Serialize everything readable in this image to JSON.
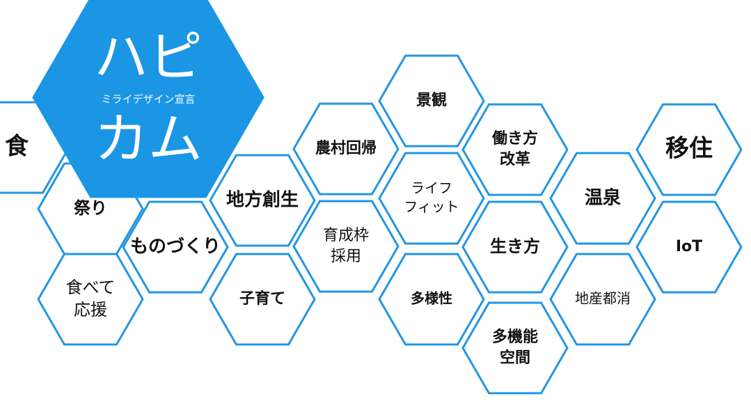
{
  "logo": {
    "title_top": "ハピ",
    "tagline": "ミライデザイン宣言",
    "title_bottom": "カム",
    "color": "#1a96e5"
  },
  "outline_color": "#2196e3",
  "keywords": [
    {
      "id": "shoku",
      "lines": [
        "食"
      ]
    },
    {
      "id": "matsuri",
      "lines": [
        "祭り"
      ]
    },
    {
      "id": "tabete-ouen",
      "lines": [
        "食べて",
        "応援"
      ]
    },
    {
      "id": "monozukuri",
      "lines": [
        "ものづくり"
      ]
    },
    {
      "id": "chihou-sousei",
      "lines": [
        "地方創生"
      ]
    },
    {
      "id": "kosodate",
      "lines": [
        "子育て"
      ]
    },
    {
      "id": "nouson-kaiki",
      "lines": [
        "農村回帰"
      ]
    },
    {
      "id": "ikuseiwaku",
      "lines": [
        "育成枠",
        "採用"
      ]
    },
    {
      "id": "keikan",
      "lines": [
        "景観"
      ]
    },
    {
      "id": "life-fit",
      "lines": [
        "ライフ",
        "フィット"
      ]
    },
    {
      "id": "tayousei",
      "lines": [
        "多様性"
      ]
    },
    {
      "id": "hatarakikata",
      "lines": [
        "働き方",
        "改革"
      ]
    },
    {
      "id": "ikikata",
      "lines": [
        "生き方"
      ]
    },
    {
      "id": "takinou",
      "lines": [
        "多機能",
        "空間"
      ]
    },
    {
      "id": "onsen",
      "lines": [
        "温泉"
      ]
    },
    {
      "id": "chisan-toshou",
      "lines": [
        "地産都消"
      ]
    },
    {
      "id": "ijuu",
      "lines": [
        "移住"
      ]
    },
    {
      "id": "iot",
      "lines": [
        "IoT"
      ]
    }
  ]
}
